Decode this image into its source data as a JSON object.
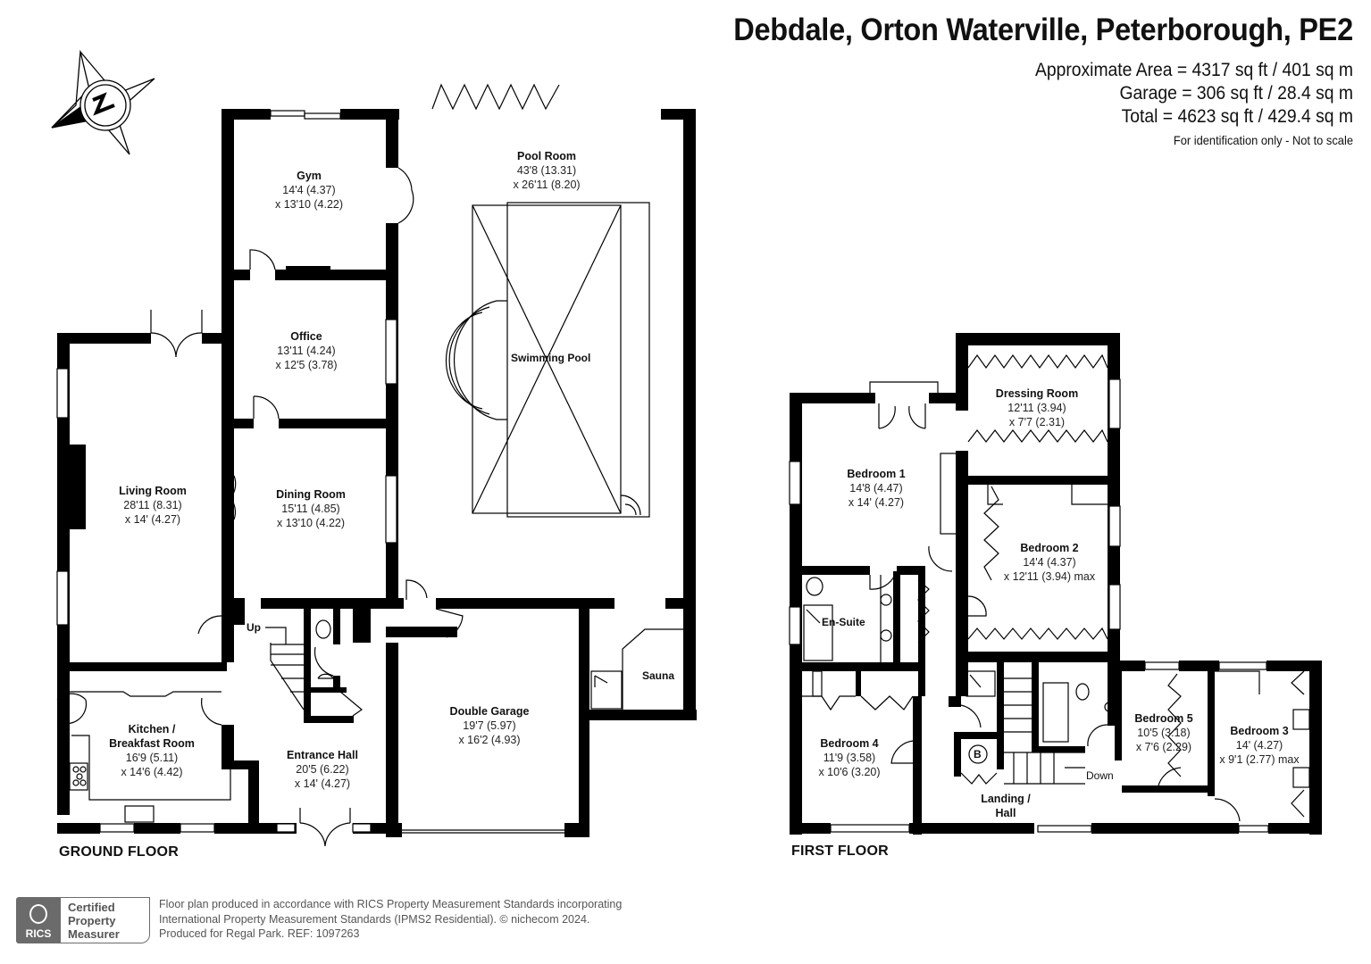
{
  "header": {
    "title": "Debdale, Orton Waterville, Peterborough, PE2",
    "areas": {
      "approximate": "Approximate Area = 4317 sq ft / 401 sq m",
      "garage": "Garage = 306 sq ft / 28.4 sq m",
      "total": "Total = 4623 sq ft / 429.4 sq m",
      "note": "For identification only - Not to scale"
    }
  },
  "compass": {
    "icon": "compass-north-icon",
    "label": "N"
  },
  "ground_floor": {
    "label": "GROUND FLOOR",
    "rooms": [
      {
        "id": "gym",
        "name": "Gym",
        "dim1": "14'4 (4.37)",
        "dim2": "x 13'10 (4.22)"
      },
      {
        "id": "pool-room",
        "name": "Pool Room",
        "dim1": "43'8 (13.31)",
        "dim2": "x 26'11 (8.20)"
      },
      {
        "id": "office",
        "name": "Office",
        "dim1": "13'11 (4.24)",
        "dim2": "x 12'5 (3.78)"
      },
      {
        "id": "living-room",
        "name": "Living Room",
        "dim1": "28'11 (8.31)",
        "dim2": "x 14' (4.27)"
      },
      {
        "id": "dining-room",
        "name": "Dining Room",
        "dim1": "15'11 (4.85)",
        "dim2": "x 13'10 (4.22)"
      },
      {
        "id": "kitchen",
        "name": "Kitchen /",
        "name2": "Breakfast Room",
        "dim1": "16'9 (5.11)",
        "dim2": "x 14'6 (4.42)"
      },
      {
        "id": "entrance-hall",
        "name": "Entrance Hall",
        "dim1": "20'5 (6.22)",
        "dim2": "x 14' (4.27)"
      },
      {
        "id": "double-garage",
        "name": "Double Garage",
        "dim1": "19'7 (5.97)",
        "dim2": "x 16'2 (4.93)"
      }
    ],
    "features": {
      "swimming_pool": "Swimming Pool",
      "sauna": "Sauna",
      "stairs_up": "Up"
    }
  },
  "first_floor": {
    "label": "FIRST FLOOR",
    "rooms": [
      {
        "id": "dressing-room",
        "name": "Dressing Room",
        "dim1": "12'11 (3.94)",
        "dim2": "x 7'7 (2.31)"
      },
      {
        "id": "bedroom-1",
        "name": "Bedroom 1",
        "dim1": "14'8 (4.47)",
        "dim2": "x 14' (4.27)"
      },
      {
        "id": "bedroom-2",
        "name": "Bedroom 2",
        "dim1": "14'4 (4.37)",
        "dim2": "x 12'11 (3.94) max"
      },
      {
        "id": "bedroom-4",
        "name": "Bedroom 4",
        "dim1": "11'9 (3.58)",
        "dim2": "x 10'6 (3.20)"
      },
      {
        "id": "bedroom-5",
        "name": "Bedroom 5",
        "dim1": "10'5 (3.18)",
        "dim2": "x 7'6 (2.29)"
      },
      {
        "id": "bedroom-3",
        "name": "Bedroom 3",
        "dim1": "14' (4.27)",
        "dim2": "x 9'1 (2.77) max"
      },
      {
        "id": "landing",
        "name": "Landing /",
        "name2": "Hall"
      }
    ],
    "features": {
      "en_suite": "En-Suite",
      "boiler": "B",
      "stairs_down": "Down"
    }
  },
  "footer": {
    "badge": {
      "brand": "RICS",
      "line1": "Certified",
      "line2": "Property",
      "line3": "Measurer"
    },
    "text_line1": "Floor plan produced in accordance with RICS Property Measurement Standards incorporating",
    "text_line2": "International Property Measurement Standards (IPMS2 Residential).   © nichecom 2024.",
    "text_line3": "Produced for Regal Park.   REF: 1097263"
  },
  "colors": {
    "wall": "#000000",
    "text": "#111111",
    "footer_grey": "#6b6b6b",
    "background": "#ffffff"
  }
}
